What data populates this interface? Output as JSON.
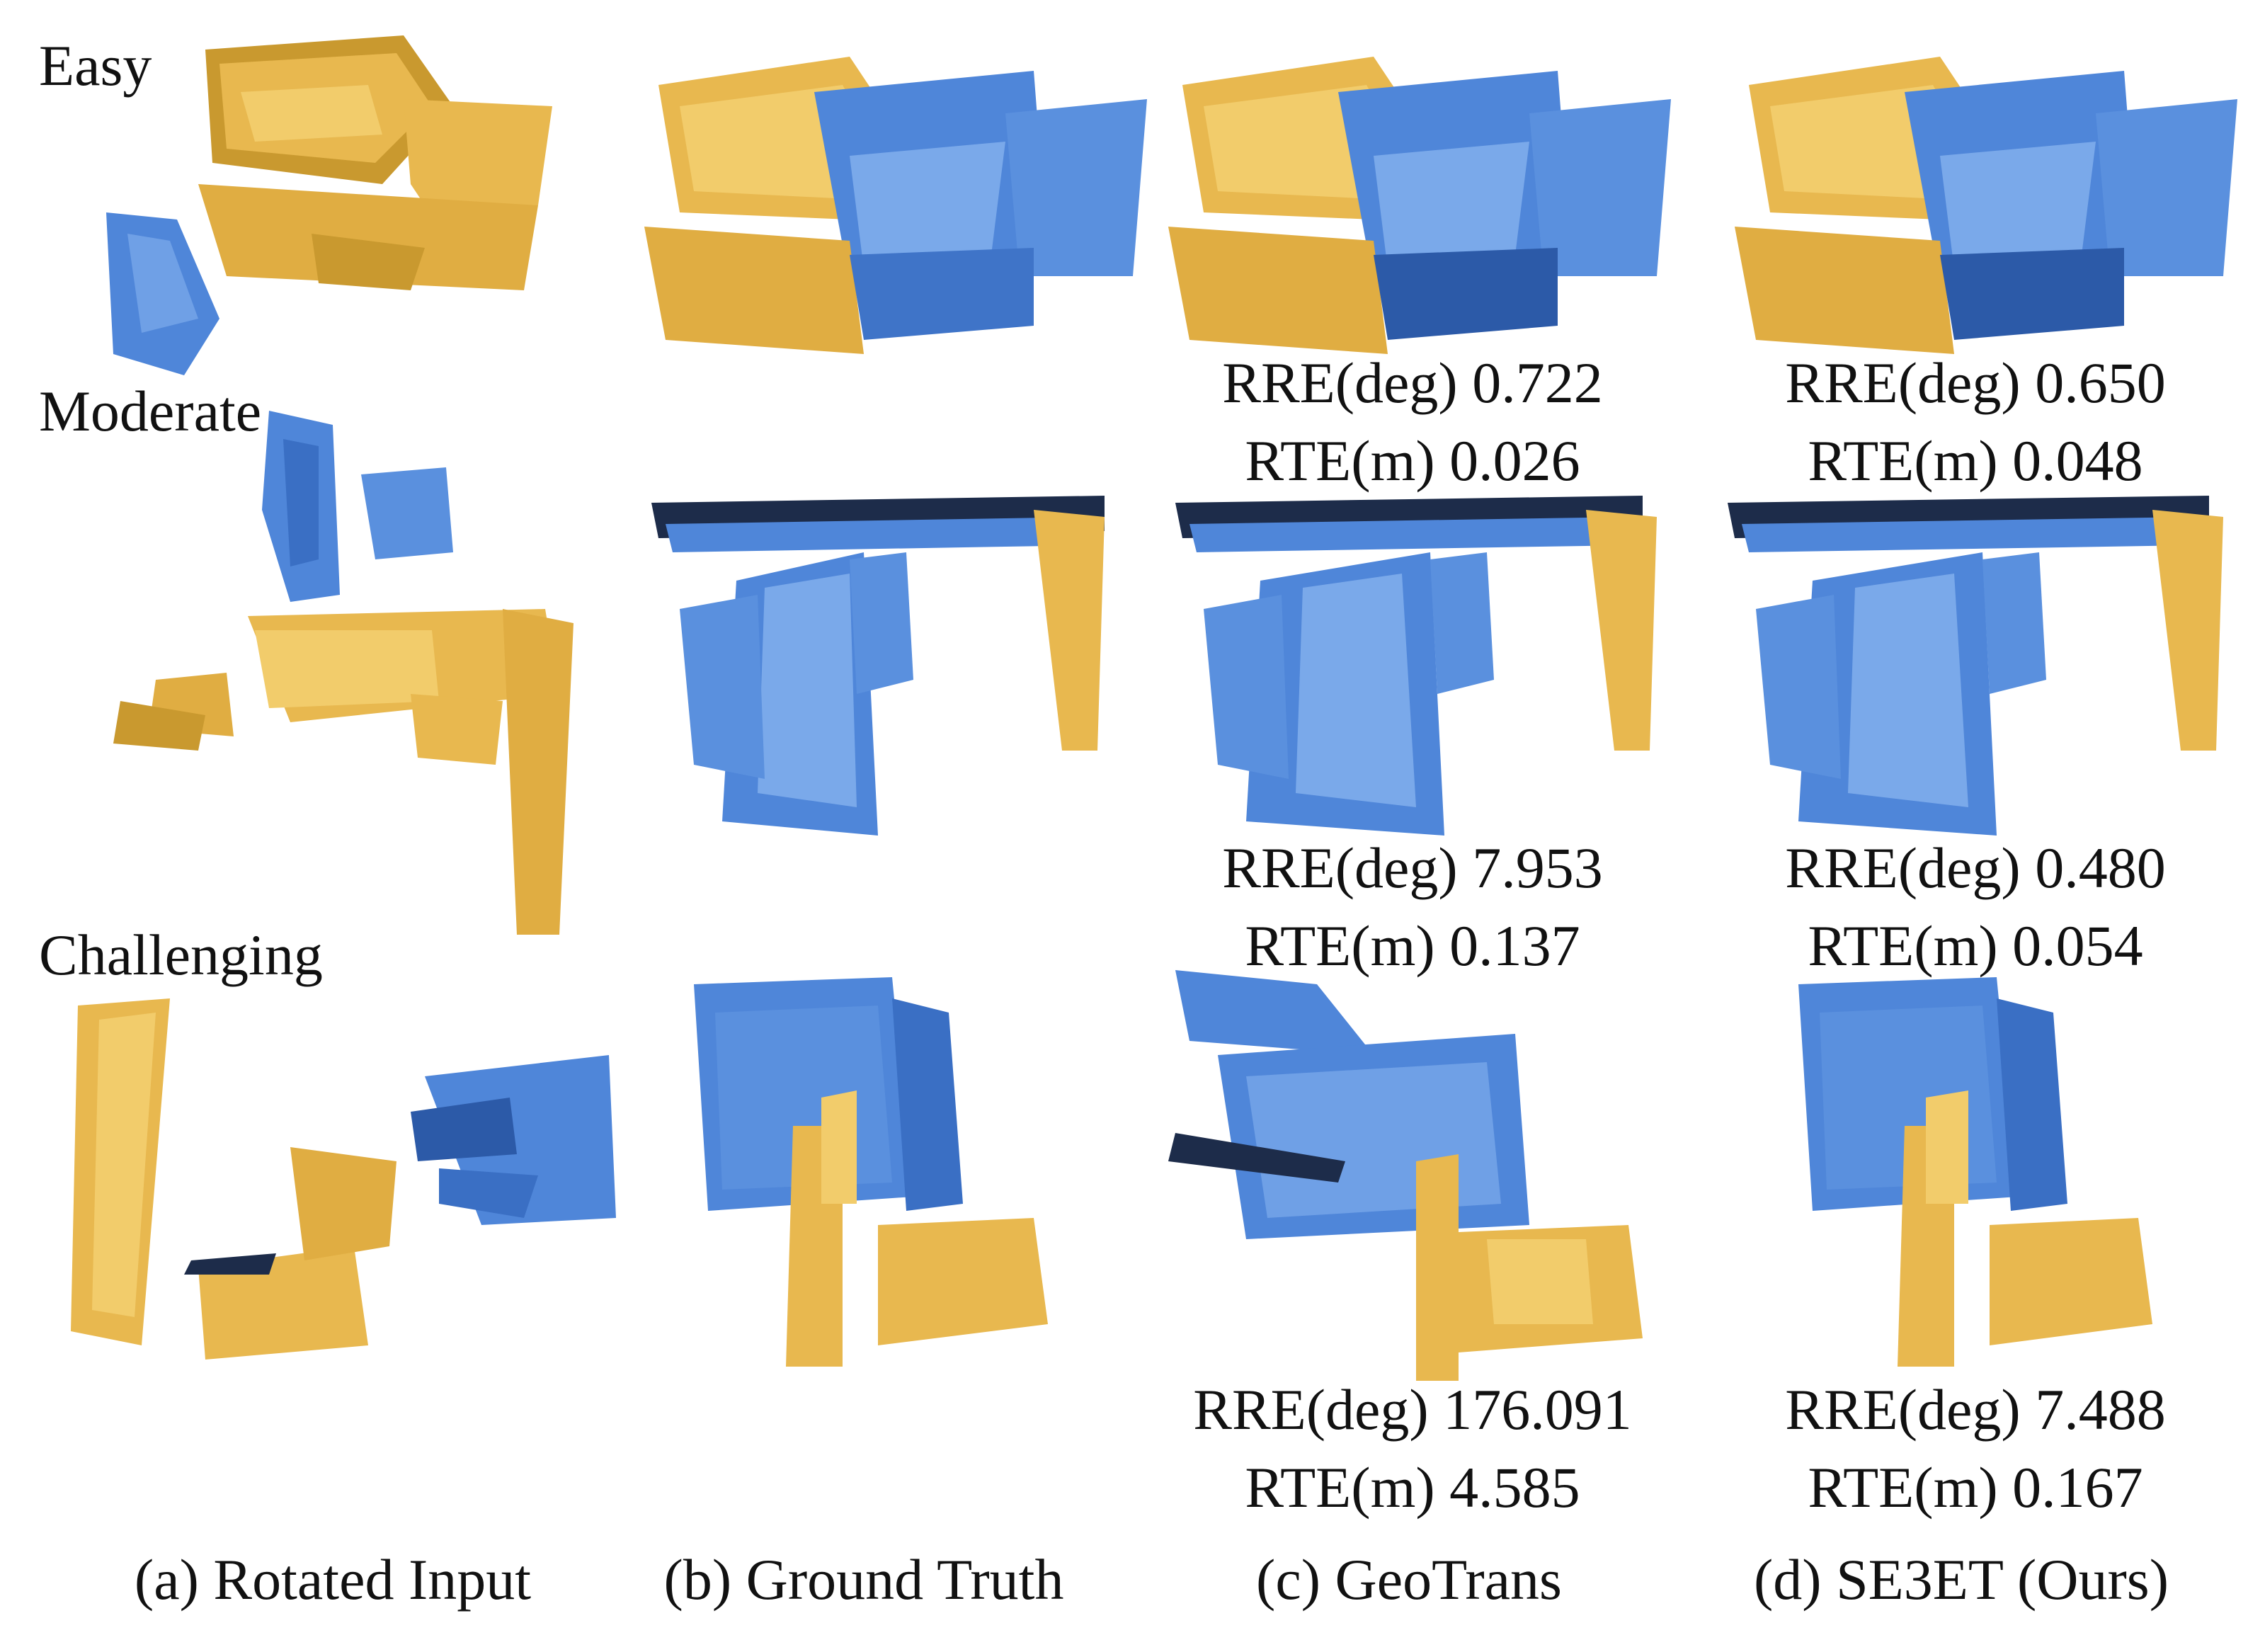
{
  "rows": [
    {
      "label": "Easy"
    },
    {
      "label": "Moderate"
    },
    {
      "label": "Challenging"
    }
  ],
  "columns": [
    {
      "caption": "(a) Rotated Input"
    },
    {
      "caption": "(b) Ground Truth"
    },
    {
      "caption": "(c) GeoTrans"
    },
    {
      "caption": "(d) SE3ET (Ours)"
    }
  ],
  "metrics": {
    "easy": {
      "geotrans": {
        "rre": "RRE(deg) 0.722",
        "rte": "RTE(m) 0.026"
      },
      "se3et": {
        "rre": "RRE(deg) 0.650",
        "rte": "RTE(m) 0.048"
      }
    },
    "moderate": {
      "geotrans": {
        "rre": "RRE(deg) 7.953",
        "rte": "RTE(m) 0.137"
      },
      "se3et": {
        "rre": "RRE(deg) 0.480",
        "rte": "RTE(m) 0.054"
      }
    },
    "challenging": {
      "geotrans": {
        "rre": "RRE(deg) 176.091",
        "rte": "RTE(m) 4.585"
      },
      "se3et": {
        "rre": "RRE(deg) 7.488",
        "rte": "RTE(m) 0.167"
      }
    }
  },
  "colors": {
    "source": "#e8b84f",
    "target": "#4f86d9",
    "shadow": "#1d2c4a"
  }
}
